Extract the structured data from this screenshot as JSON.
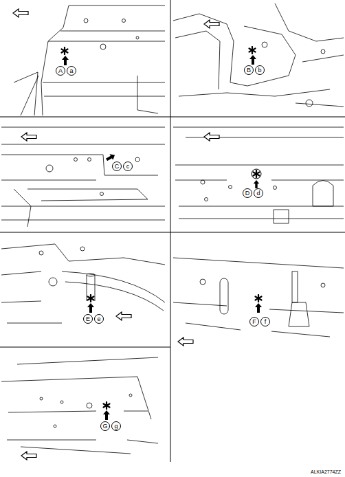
{
  "diagram": {
    "nodes": [
      {
        "text": [
          "A"
        ]
      },
      {
        "text": [
          "a"
        ]
      },
      {
        "text": [
          "B"
        ]
      },
      {
        "text": [
          "b"
        ]
      },
      {
        "text": [
          "C"
        ]
      },
      {
        "text": [
          "c"
        ]
      },
      {
        "text": [
          "D"
        ]
      },
      {
        "text": [
          "d"
        ]
      },
      {
        "text": [
          "E"
        ]
      },
      {
        "text": [
          "e"
        ]
      },
      {
        "text": [
          "F"
        ]
      },
      {
        "text": [
          "f"
        ]
      },
      {
        "text": [
          "G"
        ]
      },
      {
        "text": [
          "g"
        ]
      }
    ],
    "labels": [
      "ALKIA2774ZZ"
    ]
  }
}
